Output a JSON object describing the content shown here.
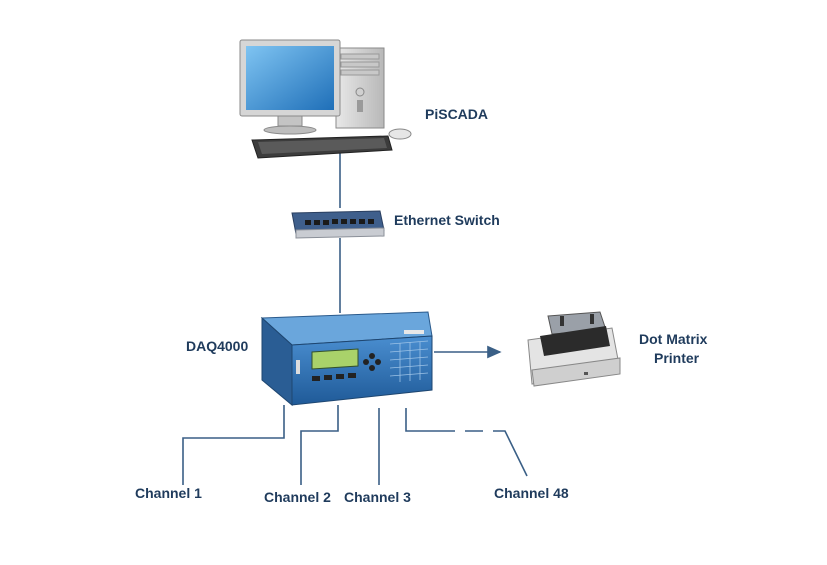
{
  "diagram": {
    "nodes": {
      "pc": {
        "label": "PiSCADA",
        "icon": "desktop-computer"
      },
      "switch": {
        "label": "Ethernet Switch",
        "icon": "network-switch"
      },
      "daq": {
        "label": "DAQ4000",
        "icon": "data-acquisition-unit"
      },
      "printer": {
        "label": "Dot Matrix",
        "label2": "Printer",
        "icon": "dot-matrix-printer"
      }
    },
    "channels": [
      {
        "label": "Channel 1"
      },
      {
        "label": "Channel 2"
      },
      {
        "label": "Channel 3"
      },
      {
        "label": "Channel 48"
      }
    ],
    "colors": {
      "line": "#3a5f86",
      "label": "#1f3b5c",
      "device_blue": "#2e6fb0"
    }
  }
}
